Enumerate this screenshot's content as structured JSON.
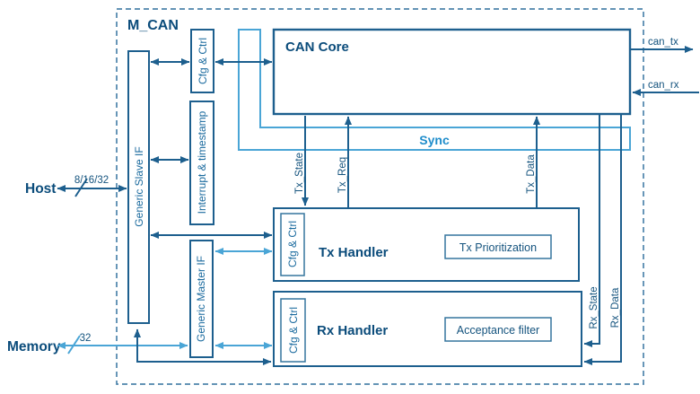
{
  "diagram_title": "M_CAN",
  "external": {
    "host_label": "Host",
    "host_bus_width": "8/16/32",
    "memory_label": "Memory",
    "memory_bus_width": "32"
  },
  "blocks": {
    "can_core": "CAN Core",
    "generic_slave_if": "Generic Slave IF",
    "generic_master_if": "Generic Master IF",
    "interrupt_timestamp": "Interrupt & timestamp",
    "cfg_ctrl": "Cfg & Ctrl",
    "tx_handler": "Tx Handler",
    "tx_prioritization": "Tx Prioritization",
    "rx_handler": "Rx Handler",
    "acceptance_filter": "Acceptance filter"
  },
  "signals": {
    "sync": "Sync",
    "can_tx": "can_tx",
    "can_rx": "can_rx",
    "tx_state": "Tx_State",
    "tx_req": "Tx_Req",
    "tx_data": "Tx_Data",
    "rx_state": "Rx_State",
    "rx_data": "Rx_Data"
  },
  "colors": {
    "dark_stroke": "#1d5f8e",
    "dark_text": "#0b4c7b",
    "light_stroke": "#4aa5d6",
    "sync_text": "#1f8dcb",
    "dashed_border": "#4d84ab",
    "background": "#ffffff"
  }
}
